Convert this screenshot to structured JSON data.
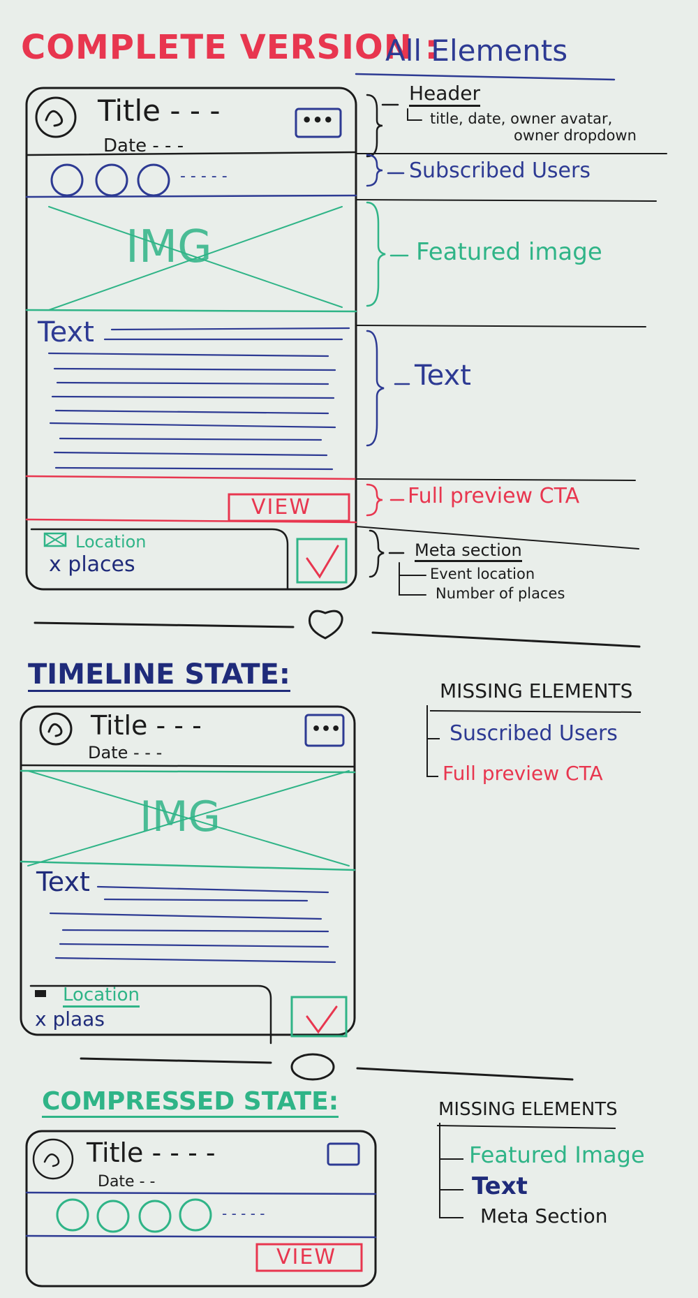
{
  "colors": {
    "board": "#e9eeea",
    "red": "#e8364f",
    "blue": "#2d3a93",
    "green": "#2fb487",
    "black": "#1b1b1b"
  },
  "complete": {
    "heading": "COMPLETE VERSION :",
    "right_heading": "All Elements",
    "card": {
      "title": "Title - - -",
      "date": "Date - - -",
      "users_dots": "- - - - -",
      "img": "IMG",
      "text": "Text",
      "view": "VIEW",
      "location": "Location",
      "places": "x places"
    },
    "annotations": {
      "header": "Header",
      "header_detail_1": "title, date, owner avatar,",
      "header_detail_2": "owner dropdown",
      "subscribed": "Subscribed Users",
      "featured": "Featured image",
      "text": "Text",
      "cta": "Full preview CTA",
      "meta": "Meta section",
      "meta_location": "Event location",
      "meta_places": "Number of places"
    }
  },
  "timeline": {
    "heading": "TIMELINE STATE:",
    "missing_heading": "MISSING ELEMENTS",
    "missing": [
      "Suscribed Users",
      "Full preview CTA"
    ],
    "card": {
      "title": "Title - - -",
      "date": "Date - - -",
      "img": "IMG",
      "text": "Text",
      "location": "Location",
      "places": "x plaas"
    }
  },
  "compressed": {
    "heading": "COMPRESSED STATE:",
    "missing_heading": "MISSING ELEMENTS",
    "missing": [
      "Featured Image",
      "Text",
      "Meta Section"
    ],
    "card": {
      "title": "Title - - - -",
      "date": "Date - -",
      "users_dots": "- - - - -",
      "view": "VIEW"
    }
  }
}
